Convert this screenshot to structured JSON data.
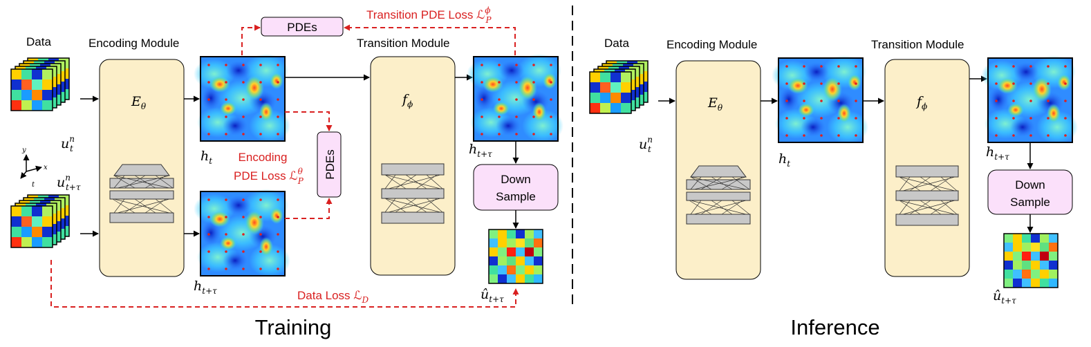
{
  "training": {
    "title": "Training",
    "data_label": "Data",
    "encoding_label": "Encoding Module",
    "transition_label": "Transition Module",
    "encoder_symbol": "E",
    "encoder_sub": "θ",
    "transition_symbol": "f",
    "transition_sub": "ϕ",
    "pdes_top": "PDEs",
    "pdes_side": "PDEs",
    "transition_loss": "Transition PDE Loss ℒ",
    "transition_loss_sup": "ϕ",
    "transition_loss_sub": "P",
    "encoding_loss_line1": "Encoding",
    "encoding_loss_line2": "PDE Loss ℒ",
    "encoding_loss_sup": "θ",
    "encoding_loss_sub": "P",
    "data_loss": "Data Loss ℒ",
    "data_loss_sub": "D",
    "downsample_line1": "Down",
    "downsample_line2": "Sample",
    "u_t": "u",
    "u_t_sup": "n",
    "u_t_sub": "t",
    "u_ttau": "u",
    "u_ttau_sup": "n",
    "u_ttau_sub": "t+τ",
    "h_t": "h",
    "h_t_sub": "t",
    "h_ttau": "h",
    "h_ttau_sub": "t+τ",
    "h_out": "h",
    "h_out_sub": "t+τ",
    "uhat": "û",
    "uhat_sub": "t+τ",
    "axis_y": "y",
    "axis_x": "x",
    "axis_t": "t"
  },
  "inference": {
    "title": "Inference",
    "data_label": "Data",
    "encoding_label": "Encoding Module",
    "transition_label": "Transition Module",
    "encoder_symbol": "E",
    "encoder_sub": "θ",
    "transition_symbol": "f",
    "transition_sub": "ϕ",
    "downsample_line1": "Down",
    "downsample_line2": "Sample",
    "u_t": "u",
    "u_t_sup": "n",
    "u_t_sub": "t",
    "h_t": "h",
    "h_t_sub": "t",
    "h_out": "h",
    "h_out_sub": "t+τ",
    "uhat": "û",
    "uhat_sub": "t+τ"
  },
  "colors": {
    "module_fill": "#fcefc9",
    "pde_fill": "#fbe0fa",
    "loss_red": "#d92020",
    "layer_gray": "#c8c8c8"
  }
}
